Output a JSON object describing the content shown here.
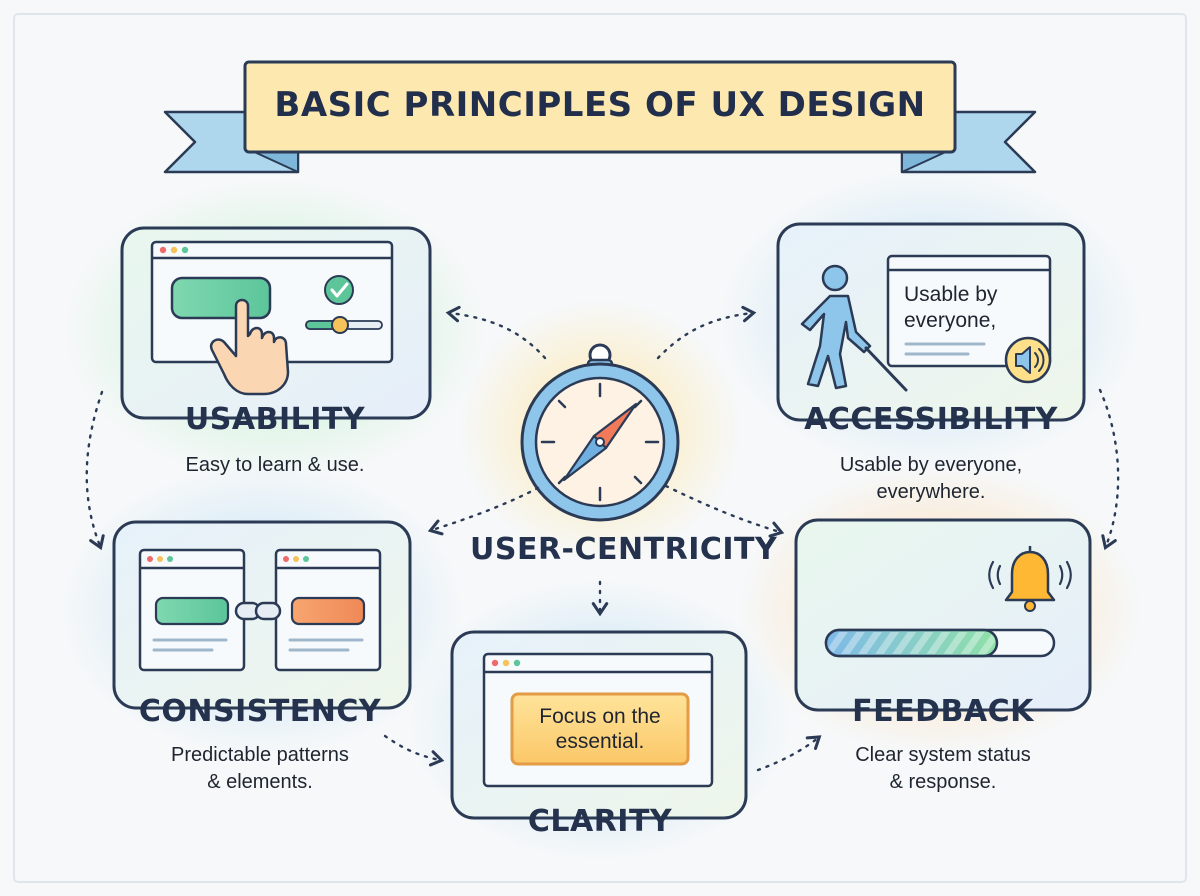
{
  "title": "BASIC PRINCIPLES OF UX DESIGN",
  "center": {
    "label": "USER-CENTRICITY"
  },
  "principles": {
    "usability": {
      "title": "USABILITY",
      "desc": "Easy to learn & use."
    },
    "accessibility": {
      "title": "ACCESSIBILITY",
      "desc": "Usable by everyone,\neverywhere.",
      "screen_text": "Usable by\neveryone,"
    },
    "consistency": {
      "title": "CONSISTENCY",
      "desc": "Predictable patterns\n& elements."
    },
    "clarity": {
      "title": "CLARITY",
      "screen_text": "Focus on the\nessential."
    },
    "feedback": {
      "title": "FEEDBACK",
      "desc": "Clear system status\n& response.",
      "progress": 0.75
    }
  },
  "icons": [
    "compass-icon",
    "pointer-hand-icon",
    "check-icon",
    "slider-icon",
    "walking-person-icon",
    "cane-icon",
    "speaker-icon",
    "chain-link-icon",
    "bell-icon",
    "progress-bar-icon"
  ],
  "colors": {
    "outline": "#2b3a55",
    "green": "#7fd8a6",
    "blue": "#8ec5ea",
    "orange": "#f5a46b",
    "yellow": "#ffe08a",
    "banner": "#fde9b0",
    "ribbon": "#aed7ee"
  }
}
